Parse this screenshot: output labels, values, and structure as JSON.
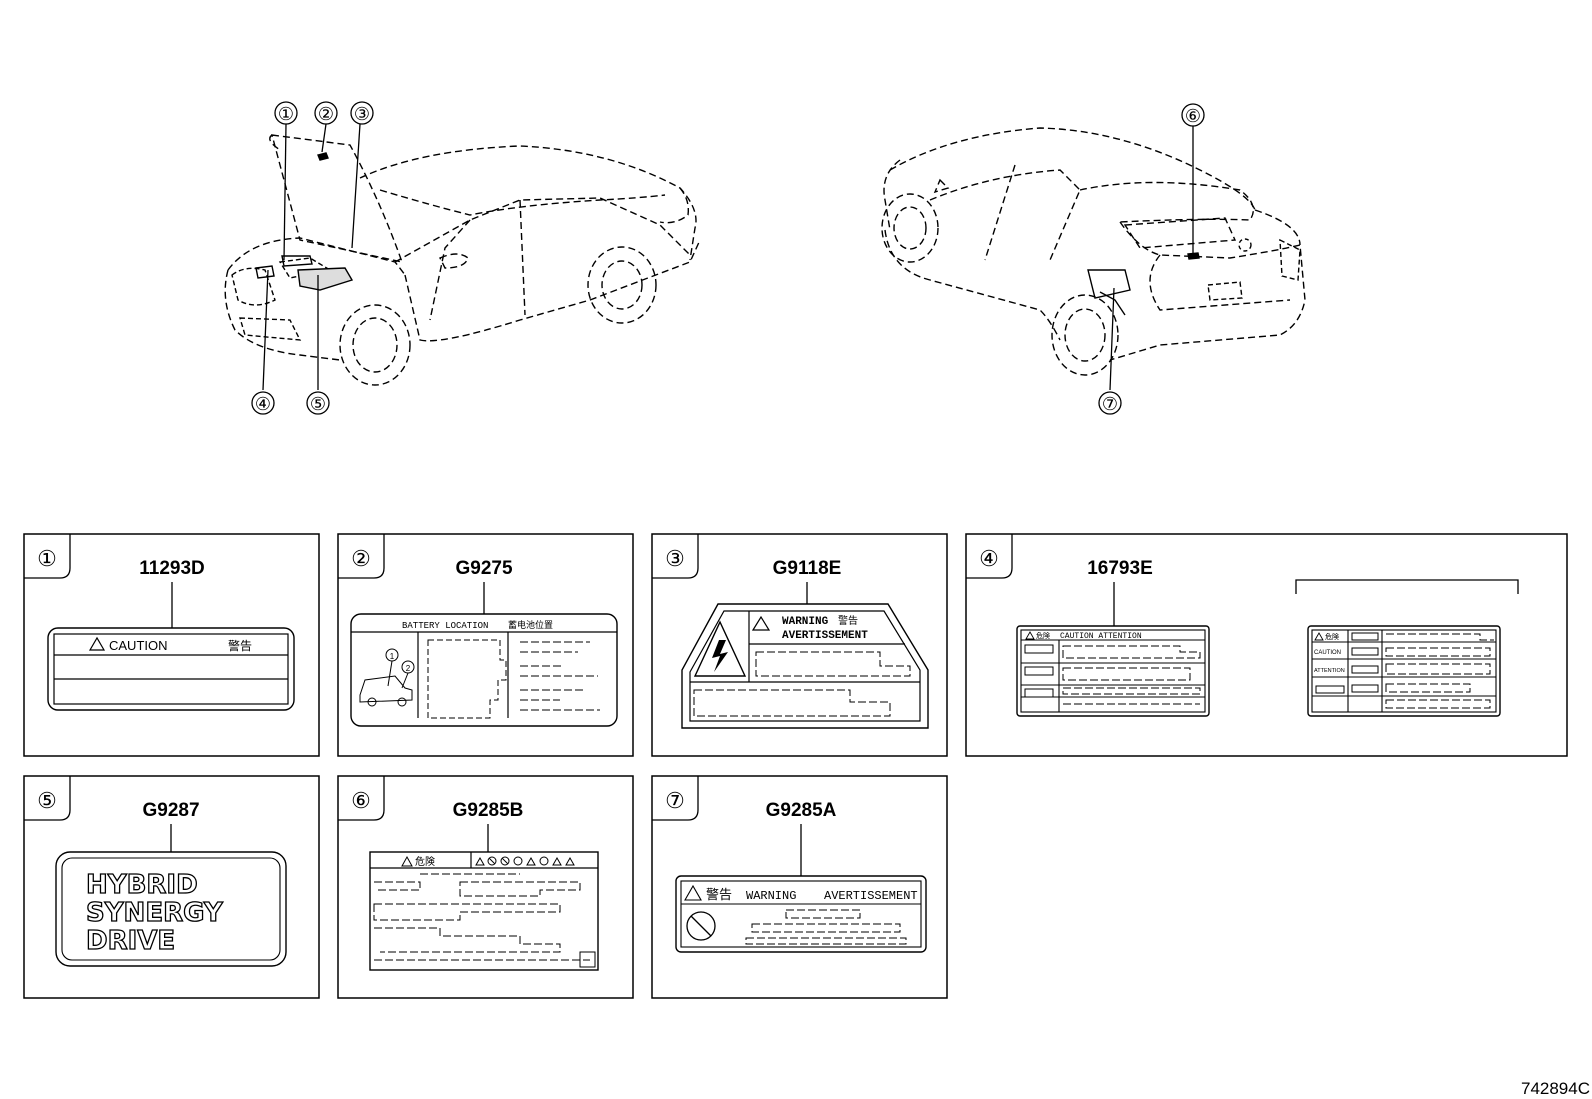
{
  "diagram_number": "742894C",
  "callouts": [
    "①",
    "②",
    "③",
    "④",
    "⑤",
    "⑥",
    "⑦"
  ],
  "panels": [
    {
      "num": "①",
      "part": "11293D",
      "caution": "CAUTION",
      "kanji": "警告"
    },
    {
      "num": "②",
      "part": "G9275",
      "battery_location": "BATTERY LOCATION",
      "kanji": "蓄电池位置",
      "mini_1": "1",
      "mini_2": "2"
    },
    {
      "num": "③",
      "part": "G9118E",
      "warning": "WARNING",
      "kanji": "警告",
      "avert": "AVERTISSEMENT"
    },
    {
      "num": "④",
      "part": "16793E",
      "header": "CAUTION ATTENTION",
      "kanji": "危険",
      "kanji2": "危険",
      "row_caution": "CAUTION",
      "row_attention": "ATTENTION"
    },
    {
      "num": "⑤",
      "part": "G9287",
      "line1": "HYBRID",
      "line2": "SYNERGY",
      "line3": "DRIVE"
    },
    {
      "num": "⑥",
      "part": "G9285B",
      "kanji": "危険"
    },
    {
      "num": "⑦",
      "part": "G9285A",
      "kanji": "警告",
      "warning": "WARNING",
      "avert": "AVERTISSEMENT"
    }
  ]
}
